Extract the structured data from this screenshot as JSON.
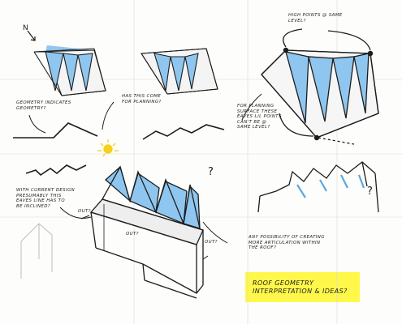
{
  "notes": {
    "north": "N",
    "high_points": "HIGH POINTS @ SAME\nLEVEL?",
    "geometry_indicates": "GEOMETRY INDICATES\nGEOMETRY?",
    "has_this_come": "HAS THIS COME\nFOR PLANNING?",
    "for_planning_surface": "FOR PLANNING\nSURFACE THESE\nEAVES L/L POINTS\nCAN'T BE @\nSAME LEVEL?",
    "current_design": "WITH CURRENT DESIGN\nPRESUMABLY THIS\nEAVES LINE HAS TO\nBE INCLINED?",
    "out_label_a": "OUT?",
    "out_label_b": "OUT?",
    "out_label_c": "OUT?",
    "question_mark_a": "?",
    "question_mark_b": "?",
    "articulation": "ANY POSSIBILITY OF CREATING\nMORE ARTICULATION WITHIN\nTHE ROOF?",
    "title": "ROOF GEOMETRY\nINTERPRETATION & IDEAS?"
  },
  "colors": {
    "ink": "#1c1c1c",
    "glass": "#8ec6ef",
    "highlight": "#fff84a",
    "sun": "#f5d21a",
    "grid": "#d9d9d9"
  }
}
